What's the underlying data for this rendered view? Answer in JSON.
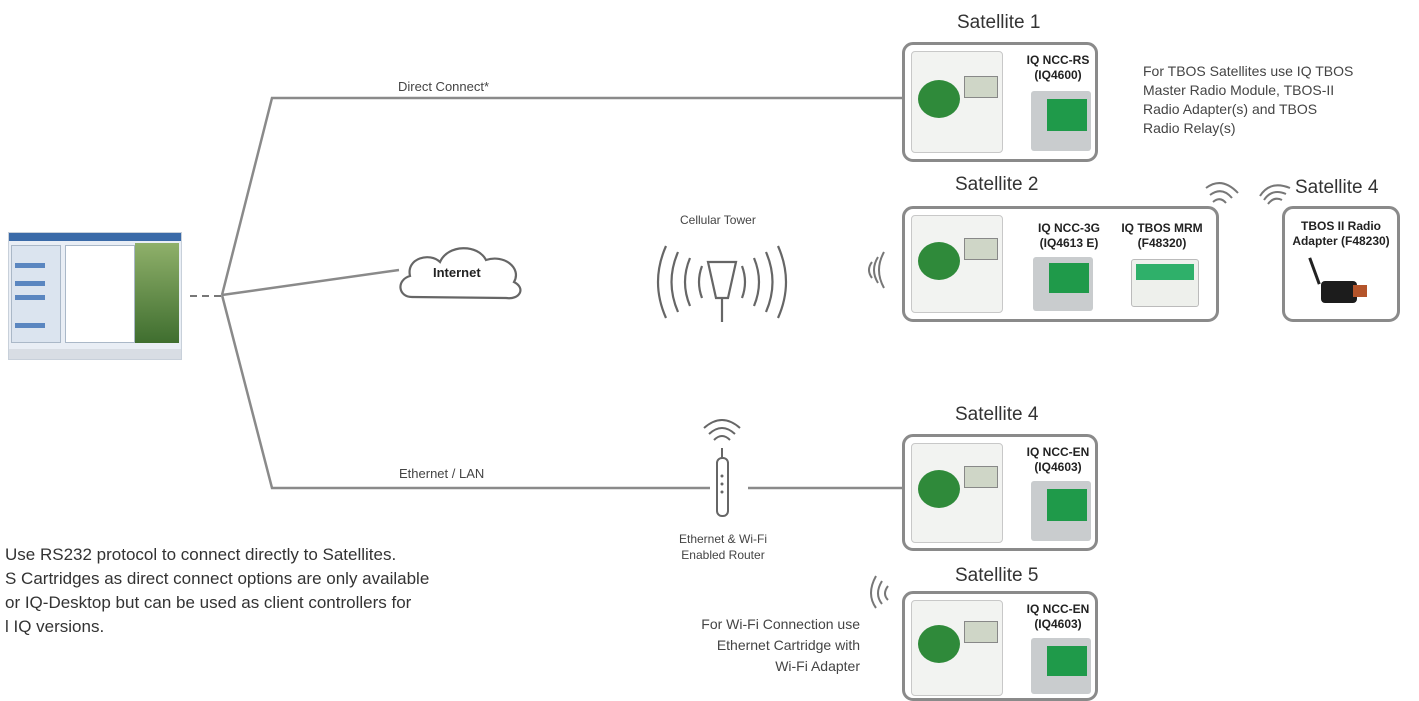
{
  "connections": {
    "direct_label": "Direct Connect*",
    "ethernet_label": "Ethernet / LAN",
    "internet_label": "Internet",
    "cellular_tower_label": "Cellular Tower",
    "router_label_line1": "Ethernet & Wi-Fi",
    "router_label_line2": "Enabled Router"
  },
  "satellites": [
    {
      "title": "Satellite 1",
      "module_line1": "IQ NCC-RS",
      "module_line2": "(IQ4600)"
    },
    {
      "title": "Satellite 2",
      "module_line1": "IQ NCC-3G",
      "module_line2": "(IQ4613 E)",
      "module2_line1": "IQ TBOS MRM",
      "module2_line2": "(F48320)"
    },
    {
      "title": "Satellite 4",
      "module_line1": "TBOS II Radio",
      "module_line2": "Adapter (F48230)"
    },
    {
      "title": "Satellite 4",
      "module_line1": "IQ NCC-EN",
      "module_line2": "(IQ4603)"
    },
    {
      "title": "Satellite 5",
      "module_line1": "IQ NCC-EN",
      "module_line2": "(IQ4603)"
    }
  ],
  "notes": {
    "tbos_line1": "For TBOS Satellites use IQ TBOS",
    "tbos_line2": "Master Radio Module, TBOS-II",
    "tbos_line3": "Radio Adapter(s) and TBOS",
    "tbos_line4": "Radio Relay(s)",
    "wifi_line1": "For Wi-Fi Connection use",
    "wifi_line2": "Ethernet Cartridge with",
    "wifi_line3": "Wi-Fi Adapter"
  },
  "footnote": {
    "line1": "Use RS232 protocol to connect directly to Satellites.",
    "line2": "S Cartridges as direct connect options are only available",
    "line3": "or IQ-Desktop but can be used as client controllers for",
    "line4": "l IQ versions."
  },
  "colors": {
    "line": "#8a8a8a",
    "box_border": "#8a8a8a",
    "controller_green": "#2f8a3a",
    "module_green": "#1f9a4a",
    "module_grey": "#c9ccce"
  }
}
